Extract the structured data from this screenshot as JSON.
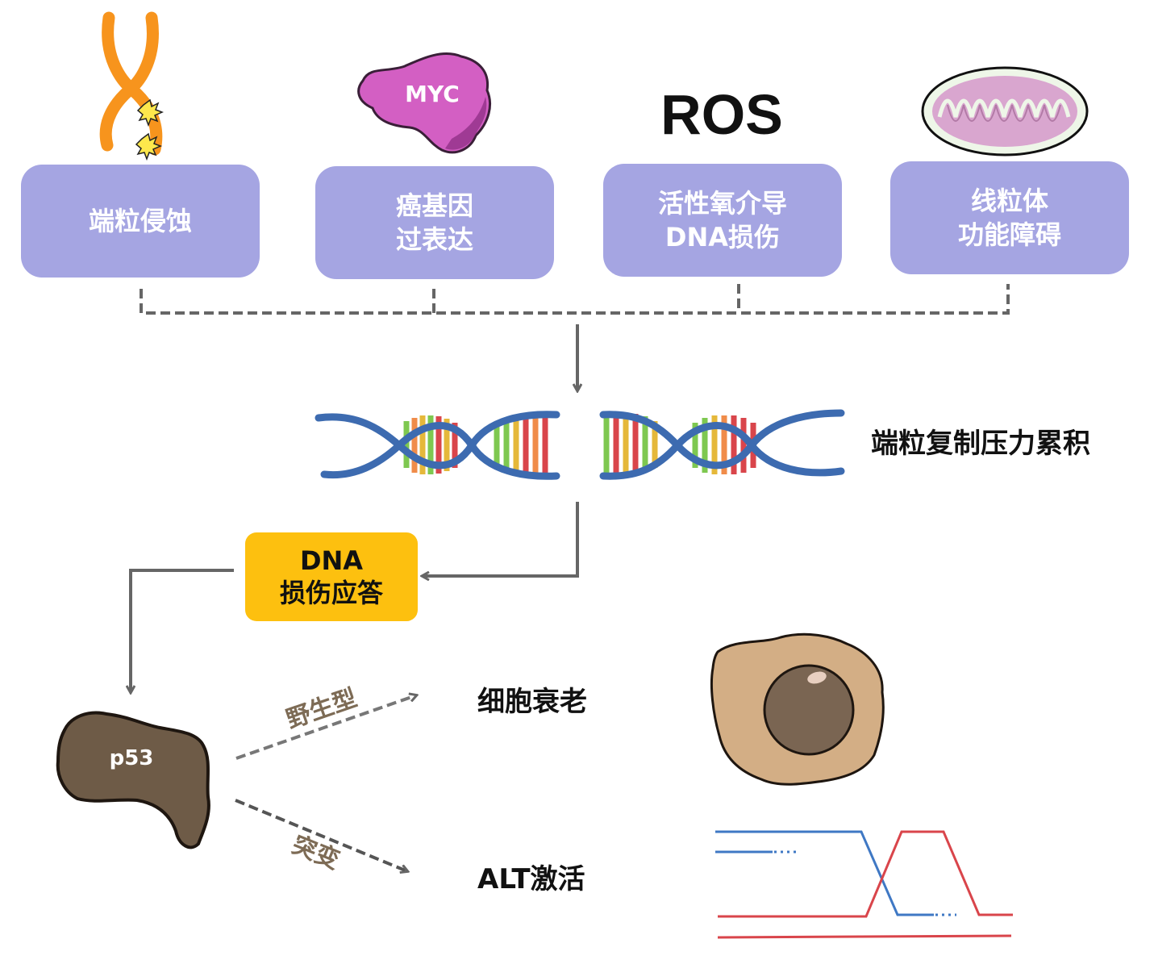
{
  "top_icons": {
    "myc_label": "MYC",
    "ros_label": "ROS"
  },
  "causes": [
    {
      "lines": [
        "端粒侵蚀"
      ]
    },
    {
      "lines": [
        "癌基因",
        "过表达"
      ]
    },
    {
      "lines": [
        "活性氧介导",
        "DNA损伤"
      ]
    },
    {
      "lines": [
        "线粒体",
        "功能障碍"
      ]
    }
  ],
  "replication_stress_label": "端粒复制压力累积",
  "ddr": {
    "lines": [
      "DNA",
      "损伤应答"
    ]
  },
  "p53_label": "p53",
  "branches": {
    "wildtype": {
      "path_label": "野生型",
      "outcome": "细胞衰老"
    },
    "mutant": {
      "path_label": "突变",
      "outcome": "ALT激活"
    }
  },
  "colors": {
    "cause_box": "#a5a5e2",
    "ddr_box": "#fdc00f",
    "arrow": "#666666",
    "chromosome": "#f7941d",
    "myc": "#d35fc3",
    "mitochondrion": "#d9a6cf",
    "dna_backbone": "#3d6bb0",
    "p53": "#6e5b47",
    "senescent_cell": "#d3ae85",
    "alt_blue": "#3f78c4",
    "alt_red": "#d9454b"
  }
}
